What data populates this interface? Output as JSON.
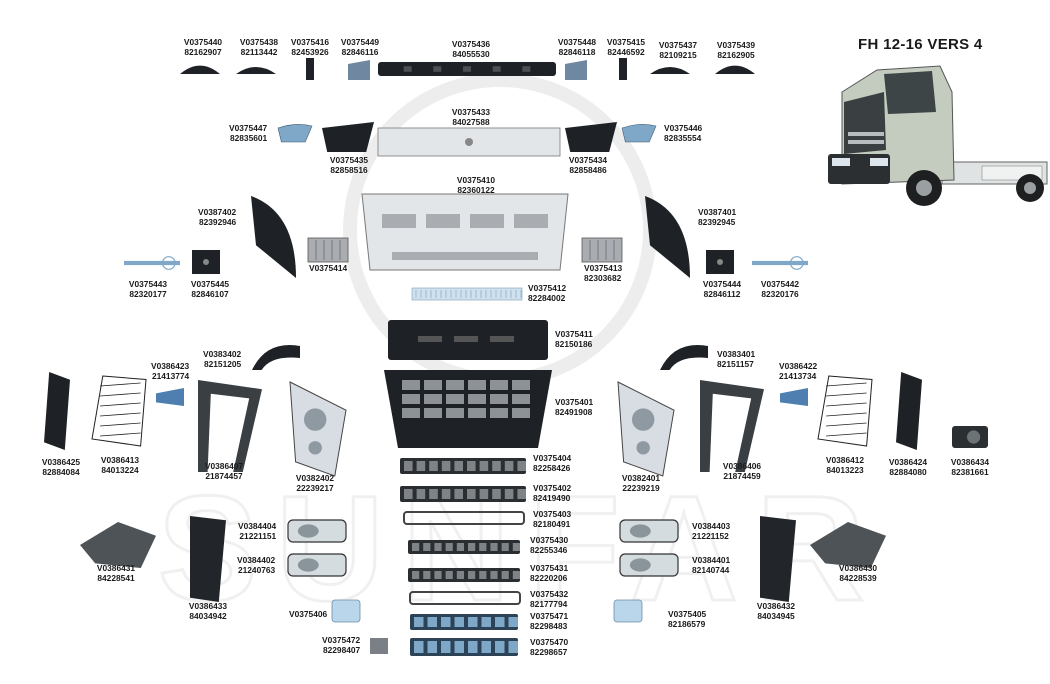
{
  "title": "FH 12-16 VERS 4",
  "watermark_text": "SUNFAR",
  "colors": {
    "label": "#1a1a1a",
    "part_dark": "#1e2226",
    "part_gray": "#a9adb1",
    "part_light": "#e3e6e8",
    "part_blue": "#7fa8c8",
    "truck_cab": "#bfcabb"
  },
  "parts": [
    {
      "id": "p01",
      "code": "V0375440",
      "oem": "82162907",
      "icon": "handle-icon"
    },
    {
      "id": "p02",
      "code": "V0375438",
      "oem": "82113442",
      "icon": "handle-icon"
    },
    {
      "id": "p03",
      "code": "V0375416",
      "oem": "82453926",
      "icon": "bracket-icon"
    },
    {
      "id": "p04",
      "code": "V0375449",
      "oem": "82846116",
      "icon": "corner-cover-icon"
    },
    {
      "id": "p05",
      "code": "V0375436",
      "oem": "84055530",
      "icon": "sun-visor-bar-icon"
    },
    {
      "id": "p06",
      "code": "V0375448",
      "oem": "82846118",
      "icon": "corner-cover-icon"
    },
    {
      "id": "p07",
      "code": "V0375415",
      "oem": "82446592",
      "icon": "bracket-icon"
    },
    {
      "id": "p08",
      "code": "V0375437",
      "oem": "82109215",
      "icon": "handle-icon"
    },
    {
      "id": "p09",
      "code": "V0375439",
      "oem": "82162905",
      "icon": "handle-icon"
    },
    {
      "id": "p10",
      "code": "V0375433",
      "oem": "84027588",
      "icon": "top-panel-icon"
    },
    {
      "id": "p11",
      "code": "V0375447",
      "oem": "82835601",
      "icon": "small-cover-icon"
    },
    {
      "id": "p12",
      "code": "V0375435",
      "oem": "82858516",
      "icon": "side-cover-icon"
    },
    {
      "id": "p13",
      "code": "V0375434",
      "oem": "82858486",
      "icon": "side-cover-icon"
    },
    {
      "id": "p14",
      "code": "V0375446",
      "oem": "82835554",
      "icon": "small-cover-icon"
    },
    {
      "id": "p15",
      "code": "V0375410",
      "oem": "82360122",
      "icon": "grille-panel-icon"
    },
    {
      "id": "p16",
      "code": "V0387402",
      "oem": "82392946",
      "icon": "wind-deflector-icon"
    },
    {
      "id": "p17",
      "code": "V0387401",
      "oem": "82392945",
      "icon": "wind-deflector-icon"
    },
    {
      "id": "p18",
      "code": "V0375414",
      "oem": "",
      "icon": "hinge-block-icon"
    },
    {
      "id": "p19",
      "code": "V0375413",
      "oem": "82303682",
      "icon": "hinge-block-icon"
    },
    {
      "id": "p20",
      "code": "V0375443",
      "oem": "82320177",
      "icon": "hinge-rod-icon"
    },
    {
      "id": "p21",
      "code": "V0375445",
      "oem": "82846107",
      "icon": "hinge-bracket-icon"
    },
    {
      "id": "p22",
      "code": "V0375444",
      "oem": "82846112",
      "icon": "hinge-bracket-icon"
    },
    {
      "id": "p23",
      "code": "V0375442",
      "oem": "82320176",
      "icon": "hinge-rod-icon"
    },
    {
      "id": "p24",
      "code": "V0375412",
      "oem": "82284002",
      "icon": "emblem-strip-icon"
    },
    {
      "id": "p25",
      "code": "V0375411",
      "oem": "82150186",
      "icon": "lower-panel-icon"
    },
    {
      "id": "p26",
      "code": "V0383402",
      "oem": "82151205",
      "icon": "eyebrow-icon"
    },
    {
      "id": "p27",
      "code": "V0383401",
      "oem": "82151157",
      "icon": "eyebrow-icon"
    },
    {
      "id": "p28",
      "code": "V0386423",
      "oem": "21413774",
      "icon": "side-lamp-icon"
    },
    {
      "id": "p29",
      "code": "V0386422",
      "oem": "21413734",
      "icon": "side-lamp-icon"
    },
    {
      "id": "p30",
      "code": "V0375401",
      "oem": "82491908",
      "icon": "bumper-icon"
    },
    {
      "id": "p31",
      "code": "V0386425",
      "oem": "82884084",
      "icon": "pillar-icon"
    },
    {
      "id": "p32",
      "code": "V0386413",
      "oem": "84013224",
      "icon": "step-grille-icon"
    },
    {
      "id": "p33",
      "code": "V0386407",
      "oem": "21874457",
      "icon": "lamp-frame-icon"
    },
    {
      "id": "p34",
      "code": "V0382402",
      "oem": "22239217",
      "icon": "headlamp-icon"
    },
    {
      "id": "p35",
      "code": "V0382401",
      "oem": "22239219",
      "icon": "headlamp-icon"
    },
    {
      "id": "p36",
      "code": "V0386406",
      "oem": "21874459",
      "icon": "lamp-frame-icon"
    },
    {
      "id": "p37",
      "code": "V0386412",
      "oem": "84013223",
      "icon": "step-grille-icon"
    },
    {
      "id": "p38",
      "code": "V0386424",
      "oem": "82884080",
      "icon": "pillar-icon"
    },
    {
      "id": "p39",
      "code": "V0386434",
      "oem": "82381661",
      "icon": "sensor-icon"
    },
    {
      "id": "p40",
      "code": "V0375404",
      "oem": "82258426",
      "icon": "grille-strip-icon"
    },
    {
      "id": "p41",
      "code": "V0375402",
      "oem": "82419490",
      "icon": "grille-strip-icon"
    },
    {
      "id": "p42",
      "code": "V0375403",
      "oem": "82180491",
      "icon": "trim-strip-icon"
    },
    {
      "id": "p43",
      "code": "V0384404",
      "oem": "21221151",
      "icon": "fog-lamp-icon"
    },
    {
      "id": "p44",
      "code": "V0384403",
      "oem": "21221152",
      "icon": "fog-lamp-icon"
    },
    {
      "id": "p45",
      "code": "V0384402",
      "oem": "21240763",
      "icon": "fog-lamp-icon"
    },
    {
      "id": "p46",
      "code": "V0384401",
      "oem": "82140744",
      "icon": "fog-lamp-icon"
    },
    {
      "id": "p47",
      "code": "V0375430",
      "oem": "82255346",
      "icon": "grille-strip-icon"
    },
    {
      "id": "p48",
      "code": "V0375431",
      "oem": "82220206",
      "icon": "grille-strip-icon"
    },
    {
      "id": "p49",
      "code": "V0375432",
      "oem": "82177794",
      "icon": "trim-strip-icon"
    },
    {
      "id": "p50",
      "code": "V0375471",
      "oem": "82298483",
      "icon": "blue-grille-icon"
    },
    {
      "id": "p51",
      "code": "V0375470",
      "oem": "82298657",
      "icon": "blue-grille-icon"
    },
    {
      "id": "p52",
      "code": "V0386431",
      "oem": "84228541",
      "icon": "mount-bracket-icon"
    },
    {
      "id": "p53",
      "code": "V0386430",
      "oem": "84228539",
      "icon": "mount-bracket-icon"
    },
    {
      "id": "p54",
      "code": "V0386433",
      "oem": "84034942",
      "icon": "side-panel-icon"
    },
    {
      "id": "p55",
      "code": "V0386432",
      "oem": "84034945",
      "icon": "side-panel-icon"
    },
    {
      "id": "p56",
      "code": "V0375406",
      "oem": "",
      "icon": "clip-icon"
    },
    {
      "id": "p57",
      "code": "V0375405",
      "oem": "82186579",
      "icon": "clip-icon"
    },
    {
      "id": "p58",
      "code": "V0375472",
      "oem": "82298407",
      "icon": "cap-icon"
    }
  ]
}
